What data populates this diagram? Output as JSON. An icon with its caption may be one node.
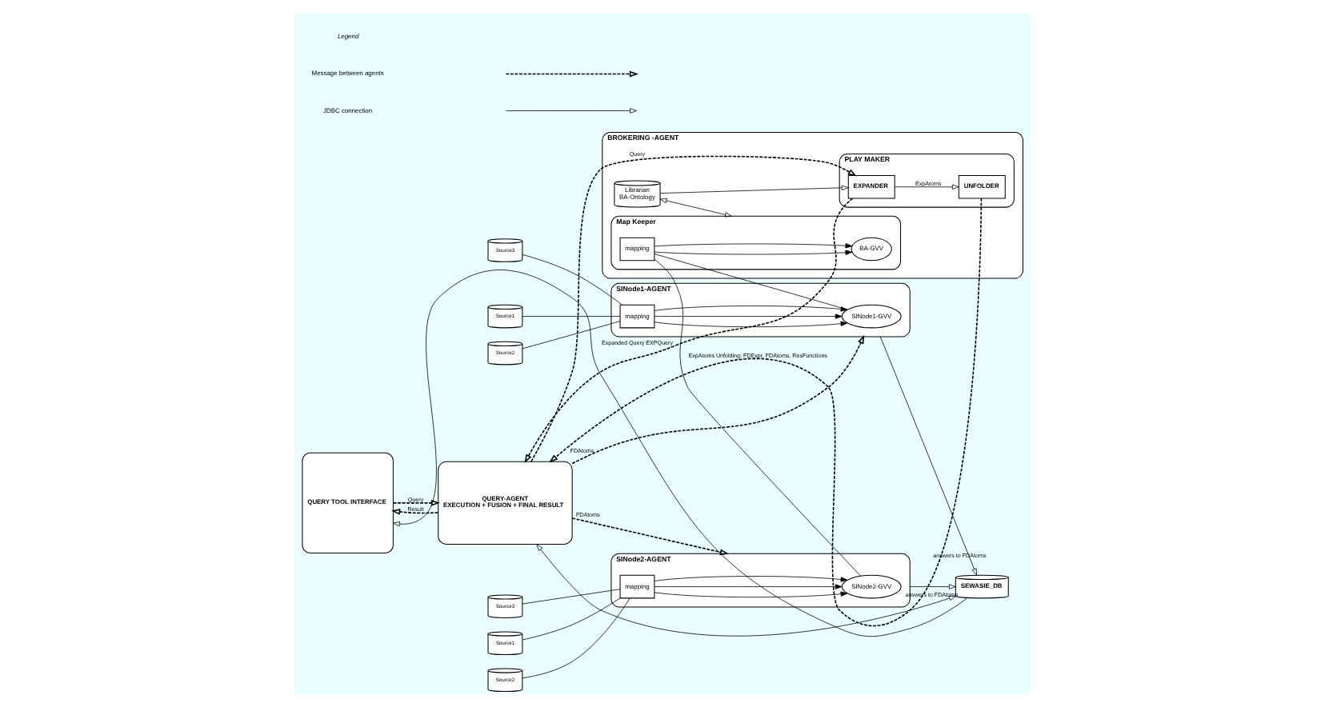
{
  "diagram": {
    "nodes": [
      {
        "text": [
          "QUERY TOOL INTERFACE"
        ]
      },
      {
        "text": [
          "QUERY-AGENT",
          "EXECUTION + FUSION + FINAL RESULT"
        ]
      },
      {
        "text": [
          "BROKERING -AGENT"
        ]
      },
      {
        "text": [
          "PLAY MAKER"
        ],
        "in": 2
      },
      {
        "text": [
          "EXPANDER"
        ],
        "in": 3
      },
      {
        "text": [
          "UNFOLDER"
        ],
        "in": 3
      },
      {
        "text": [
          "Librarian",
          "BA-Ontology"
        ],
        "in": 2
      },
      {
        "text": [
          "Map Keeper"
        ],
        "in": 2
      },
      {
        "text": [
          "BA-GVV"
        ],
        "in": 7
      },
      {
        "text": [
          "mapping"
        ],
        "in": 7
      },
      {
        "text": [
          "SEWASIE_DB"
        ]
      },
      {
        "text": [
          "SINode1-AGENT"
        ]
      },
      {
        "text": [
          "SINode1-GVV"
        ],
        "in": 11
      },
      {
        "text": [
          "mapping"
        ],
        "in": 11
      },
      {
        "text": [
          "Source1"
        ]
      },
      {
        "text": [
          "Source2"
        ]
      },
      {
        "text": [
          "Source3"
        ]
      },
      {
        "text": [
          "SINode2-AGENT"
        ]
      },
      {
        "text": [
          "SINode2-GVV"
        ],
        "in": 17
      },
      {
        "text": [
          "mapping"
        ],
        "in": 17
      },
      {
        "text": [
          "Source1"
        ]
      },
      {
        "text": [
          "Source2"
        ]
      },
      {
        "text": [
          "Source3"
        ]
      }
    ],
    "edges": [
      {
        "from": 0,
        "to": 1,
        "arrow": "to",
        "label": "Query",
        "style": "dashed"
      },
      {
        "from": 1,
        "to": 0,
        "arrow": "to",
        "label": "Result",
        "style": "dashed"
      },
      {
        "from": 1,
        "to": 4,
        "arrow": "to",
        "label": "Query",
        "style": "dashed"
      },
      {
        "from": 4,
        "to": 1,
        "arrow": "to",
        "label": "Expanded Query EXPQuery",
        "style": "dashed"
      },
      {
        "from": 4,
        "to": 5,
        "arrow": "to",
        "label": "ExpAtoms"
      },
      {
        "from": 5,
        "to": 1,
        "arrow": "to",
        "label": "ExpAtoms Unfolding: FDExpr, FDAtoms, ResFunctions",
        "style": "dashed"
      },
      {
        "from": 6,
        "to": 4,
        "arrow": "to"
      },
      {
        "from": 6,
        "to": 7,
        "arrow": "both"
      },
      {
        "from": 1,
        "to": 11,
        "arrow": "to",
        "label": "FDAtoms",
        "style": "dashed"
      },
      {
        "from": 1,
        "to": 17,
        "arrow": "to",
        "label": "FDAtoms",
        "style": "dashed"
      },
      {
        "from": 10,
        "to": 0,
        "arrow": "to"
      },
      {
        "from": 1,
        "to": 10,
        "arrow": "both"
      },
      {
        "from": 17,
        "to": 10,
        "arrow": "to",
        "label": "answers to FDAtoms"
      },
      {
        "from": 11,
        "to": 10,
        "arrow": "to",
        "label": "answers to FDAtoms"
      },
      {
        "from": 9,
        "to": 8,
        "arrow": "to"
      },
      {
        "from": 9,
        "to": 8,
        "arrow": "to"
      },
      {
        "from": 9,
        "to": 12,
        "arrow": "none"
      },
      {
        "from": 9,
        "to": 18,
        "arrow": "none"
      },
      {
        "from": 13,
        "to": 12,
        "arrow": "to"
      },
      {
        "from": 13,
        "to": 12,
        "arrow": "to"
      },
      {
        "from": 13,
        "to": 12,
        "arrow": "to"
      },
      {
        "from": 19,
        "to": 18,
        "arrow": "to"
      },
      {
        "from": 19,
        "to": 18,
        "arrow": "to"
      },
      {
        "from": 19,
        "to": 18,
        "arrow": "to"
      },
      {
        "from": 14,
        "to": 13,
        "arrow": "none"
      },
      {
        "from": 15,
        "to": 13,
        "arrow": "none"
      },
      {
        "from": 16,
        "to": 13,
        "arrow": "none"
      },
      {
        "from": 20,
        "to": 19,
        "arrow": "none"
      },
      {
        "from": 21,
        "to": 19,
        "arrow": "none"
      },
      {
        "from": 22,
        "to": 19,
        "arrow": "none"
      }
    ],
    "labels": [
      "Legend"
    ],
    "legend": [
      {
        "text": "Message between agents"
      },
      {
        "text": "JDBC connection"
      }
    ]
  }
}
